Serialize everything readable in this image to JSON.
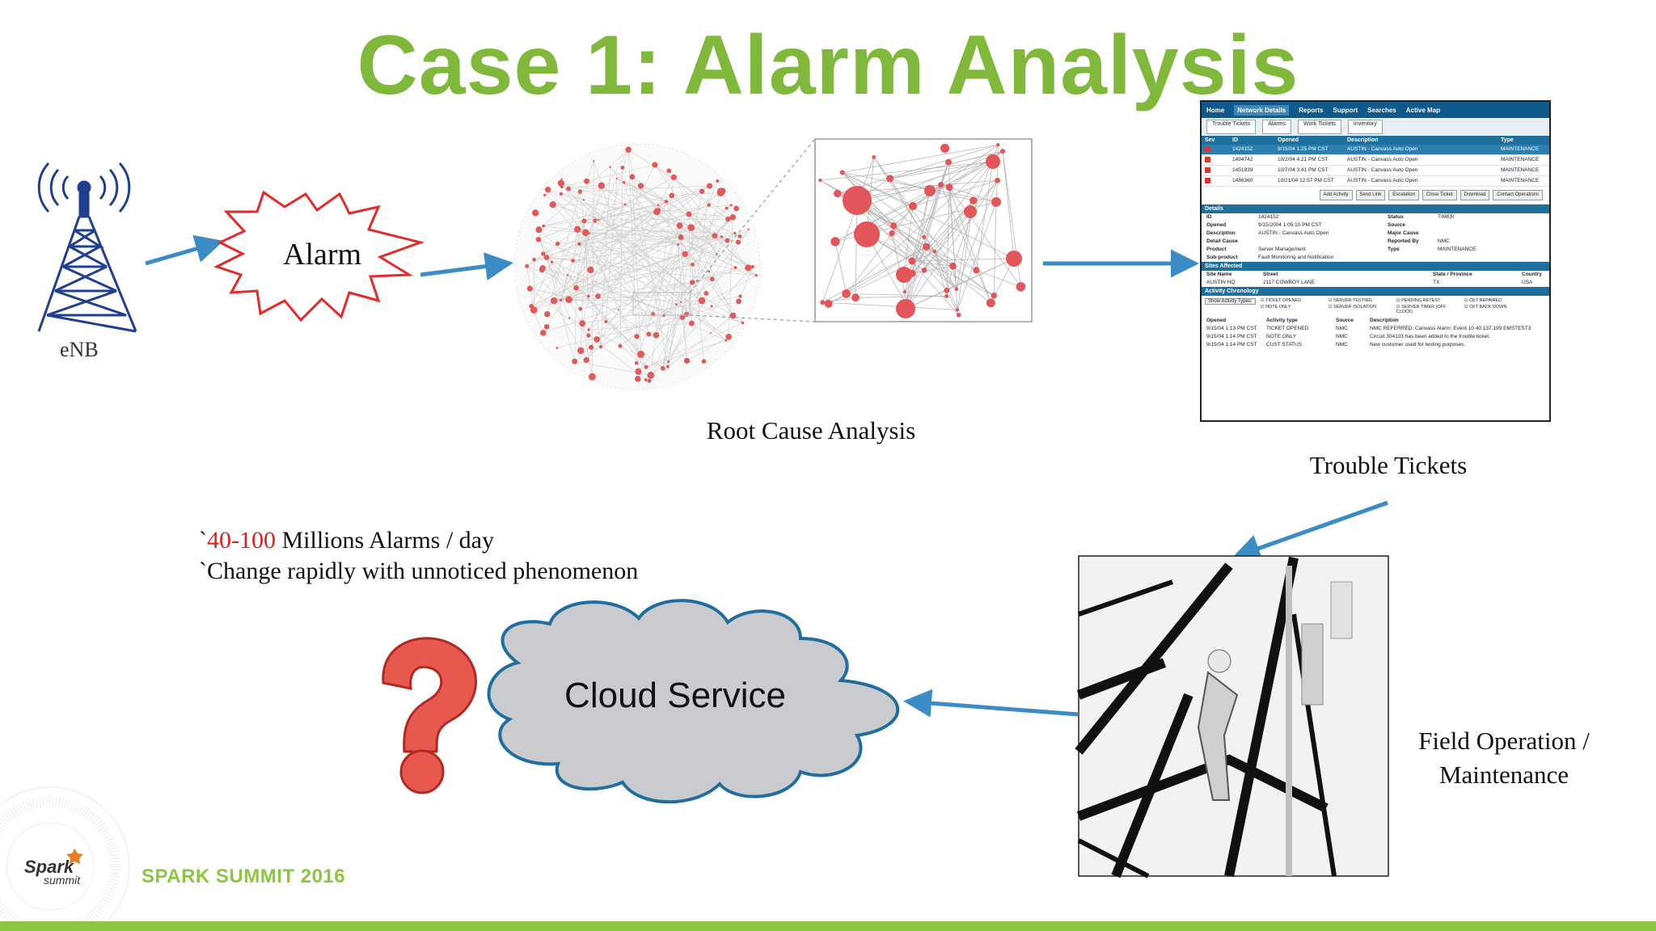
{
  "slide": {
    "title": "Case 1: Alarm Analysis",
    "enb_label": "eNB",
    "alarm_label": "Alarm",
    "rca_label": "Root Cause Analysis",
    "trouble_tickets_label": "Trouble Tickets",
    "stats": [
      {
        "prefix": "`",
        "highlight": "40-100",
        "rest": " Millions Alarms / day"
      },
      {
        "prefix": "`",
        "highlight": "",
        "rest": "Change rapidly with unnoticed phenomenon"
      }
    ],
    "cloud_label": "Cloud Service",
    "field_label_line1": "Field Operation /",
    "field_label_line2": "Maintenance",
    "brand": "SPARK SUMMIT 2016",
    "logo_text": "Spark summit"
  },
  "colors": {
    "title": "#7fb83a",
    "arrow": "#3b8cc4",
    "highlight": "#e02020",
    "cloud_fill": "#c9cbcf",
    "cloud_stroke": "#1f6e9e",
    "footer": "#8cc63f"
  },
  "ticket_screen": {
    "nav": [
      "Home",
      "Network Details",
      "Reports",
      "Support",
      "Searches",
      "Active Map"
    ],
    "tabs": [
      "Trouble Tickets",
      "Alarms",
      "Work Tickets",
      "Inventory"
    ],
    "columns": [
      "Sev",
      "ID",
      "Opened",
      "Description",
      "Type"
    ],
    "rows": [
      [
        "",
        "1424152",
        "9/15/04 1:25 PM CST",
        "AUSTIN - Canvass Auto Open",
        "MAINTENANCE"
      ],
      [
        "",
        "1494742",
        "10/2/04 4:21 PM CST",
        "AUSTIN - Canvass Auto Open",
        "MAINTENANCE"
      ],
      [
        "",
        "1451939",
        "10/7/04 3:41 PM CST",
        "AUSTIN - Canvass Auto Open",
        "MAINTENANCE"
      ],
      [
        "",
        "1486360",
        "10/21/04 12:57 PM CST",
        "AUSTIN - Canvass Auto Open",
        "MAINTENANCE"
      ]
    ],
    "buttons": [
      "Add Activity",
      "Send Link",
      "Escalation",
      "Close Ticket",
      "Download",
      "Contact Operations"
    ],
    "details_header": "Details",
    "details": [
      [
        "ID",
        "1424152",
        "Status",
        "TIMER"
      ],
      [
        "Opened",
        "9/15/2004 1:05:10 PM CST",
        "Source",
        ""
      ],
      [
        "Description",
        "AUSTIN - Canvass Auto Open",
        "Major Cause",
        ""
      ],
      [
        "Detail Cause",
        "",
        "Reported By",
        "NMC"
      ],
      [
        "Product",
        "Server Management",
        "Type",
        "MAINTENANCE"
      ],
      [
        "Sub-product",
        "Fault Monitoring and Notification",
        "",
        ""
      ]
    ],
    "sites_header": "Sites Affected",
    "sites_cols": [
      "Site Name",
      "Street",
      "State / Province",
      "Country"
    ],
    "sites_row": [
      "AUSTIN HQ",
      "2117 COWBOY LANE",
      "TX",
      "USA"
    ],
    "activity_header": "Activity Chronology",
    "activity_button": "Show Activity Types:",
    "activity_checks": [
      "TICKET OPENED",
      "SERVER TESTING",
      "PENDING RETEST",
      "CKT REPAIRED",
      "NOTE ONLY",
      "SERVER ISOLATION",
      "SERVER TIMER (OFF CLOCK)",
      "CKT BACK DOWN"
    ],
    "activity_cols": [
      "Opened",
      "Activity type",
      "Source",
      "Description"
    ],
    "activity_rows": [
      [
        "9/15/04 1:13 PM CST",
        "TICKET OPENED",
        "NMC",
        "NMC REFERRED: Canvass Alarm: Event 10.40.137.199 EMSTEST3"
      ],
      [
        "9/15/04 1:14 PM CST",
        "NOTE ONLY",
        "NMC",
        "Circuit 304103 has been added to the trouble ticket."
      ],
      [
        "9/15/04 1:14 PM CST",
        "CUST STATUS",
        "NMC",
        "New customer used for testing purposes."
      ]
    ]
  }
}
